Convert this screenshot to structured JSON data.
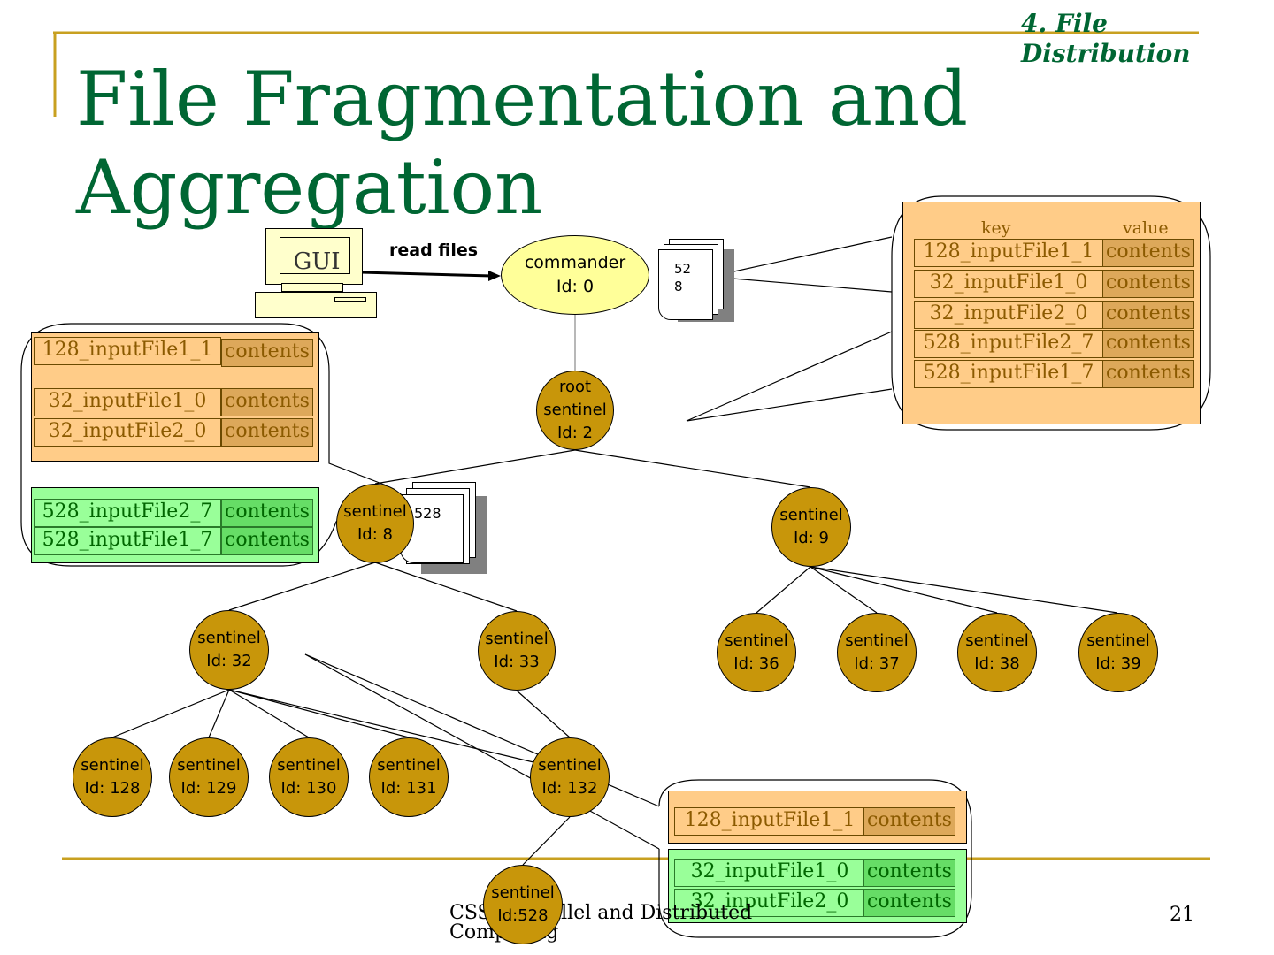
{
  "slide": {
    "title": "File Fragmentation and Aggregation",
    "section": "4. File Distribution",
    "footer": "CSS… Parallel and Distributed Computing",
    "page_number": "21"
  },
  "gui": {
    "label": "GUI"
  },
  "edge_label": "read files",
  "commander": {
    "name": "commander",
    "id": "Id: 0"
  },
  "stack_top": {
    "label": "528"
  },
  "stack_mid": {
    "label": "528"
  },
  "nodes": {
    "root": {
      "line1": "root",
      "line2": "sentinel",
      "line3": "Id: 2"
    },
    "s8": {
      "name": "sentinel",
      "id": "Id: 8"
    },
    "s9": {
      "name": "sentinel",
      "id": "Id: 9"
    },
    "s32": {
      "name": "sentinel",
      "id": "Id: 32"
    },
    "s33": {
      "name": "sentinel",
      "id": "Id: 33"
    },
    "s36": {
      "name": "sentinel",
      "id": "Id: 36"
    },
    "s37": {
      "name": "sentinel",
      "id": "Id: 37"
    },
    "s38": {
      "name": "sentinel",
      "id": "Id: 38"
    },
    "s39": {
      "name": "sentinel",
      "id": "Id: 39"
    },
    "s128": {
      "name": "sentinel",
      "id": "Id: 128"
    },
    "s129": {
      "name": "sentinel",
      "id": "Id: 129"
    },
    "s130": {
      "name": "sentinel",
      "id": "Id: 130"
    },
    "s131": {
      "name": "sentinel",
      "id": "Id: 131"
    },
    "s132": {
      "name": "sentinel",
      "id": "Id: 132"
    },
    "s528": {
      "name": "sentinel",
      "id": "Id:528"
    }
  },
  "commander_table": {
    "key_header": "key",
    "value_header": "value",
    "rows": [
      {
        "key": "128_inputFile1_1",
        "value": "contents"
      },
      {
        "key": "32_inputFile1_0",
        "value": "contents"
      },
      {
        "key": "32_inputFile2_0",
        "value": "contents"
      },
      {
        "key": "528_inputFile2_7",
        "value": "contents"
      },
      {
        "key": "528_inputFile1_7",
        "value": "contents"
      }
    ]
  },
  "left_table": {
    "orange_rows": [
      {
        "key": "128_inputFile1_1",
        "value": "contents"
      },
      {
        "key": "32_inputFile1_0",
        "value": "contents"
      },
      {
        "key": "32_inputFile2_0",
        "value": "contents"
      }
    ],
    "green_rows": [
      {
        "key": "528_inputFile2_7",
        "value": "contents"
      },
      {
        "key": "528_inputFile1_7",
        "value": "contents"
      }
    ]
  },
  "bottom_table": {
    "orange_rows": [
      {
        "key": "128_inputFile1_1",
        "value": "contents"
      }
    ],
    "green_rows": [
      {
        "key": "32_inputFile1_0",
        "value": "contents"
      },
      {
        "key": "32_inputFile2_0",
        "value": "contents"
      }
    ]
  },
  "colors": {
    "title": "#006633",
    "rule": "#C8A020",
    "node_fill": "#C8960A",
    "commander_fill": "#FFFF99",
    "orange_panel": "#FFCC88",
    "green_panel": "#99FF99"
  }
}
